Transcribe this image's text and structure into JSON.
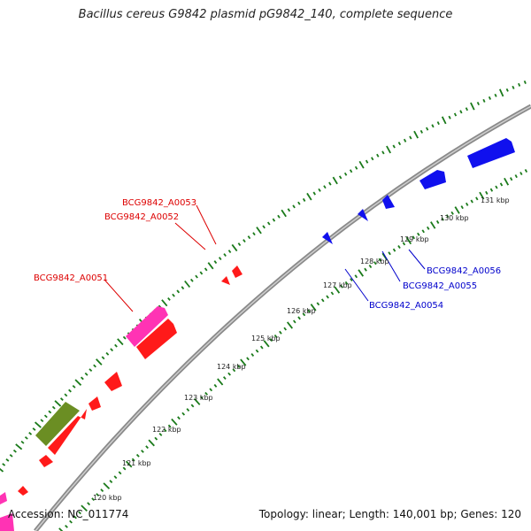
{
  "title": "Bacillus cereus G9842 plasmid pG9842_140, complete sequence",
  "footer": {
    "accession": "Accession: NC_011774",
    "summary": "Topology: linear; Length: 140,001 bp; Genes: 120"
  },
  "colors": {
    "backbone": "#8a8a8a",
    "tick": "#1a7a1a",
    "gene_red": "#ff1a1a",
    "gene_blue": "#1010ee",
    "gene_pink": "#ff33b4",
    "gene_olive": "#6b8e23",
    "label_red": "#dd0000",
    "label_blue": "#0000cc"
  },
  "scale_labels": [
    "120 kbp",
    "121 kbp",
    "122 kbp",
    "123 kbp",
    "124 kbp",
    "125 kbp",
    "126 kbp",
    "127 kbp",
    "128 kbp",
    "129 kbp",
    "130 kbp",
    "131 kbp"
  ],
  "gene_labels": {
    "red": [
      "BCG9842_A0053",
      "BCG9842_A0052",
      "BCG9842_A0051"
    ],
    "blue": [
      "BCG9842_A0056",
      "BCG9842_A0055",
      "BCG9842_A0054"
    ]
  }
}
